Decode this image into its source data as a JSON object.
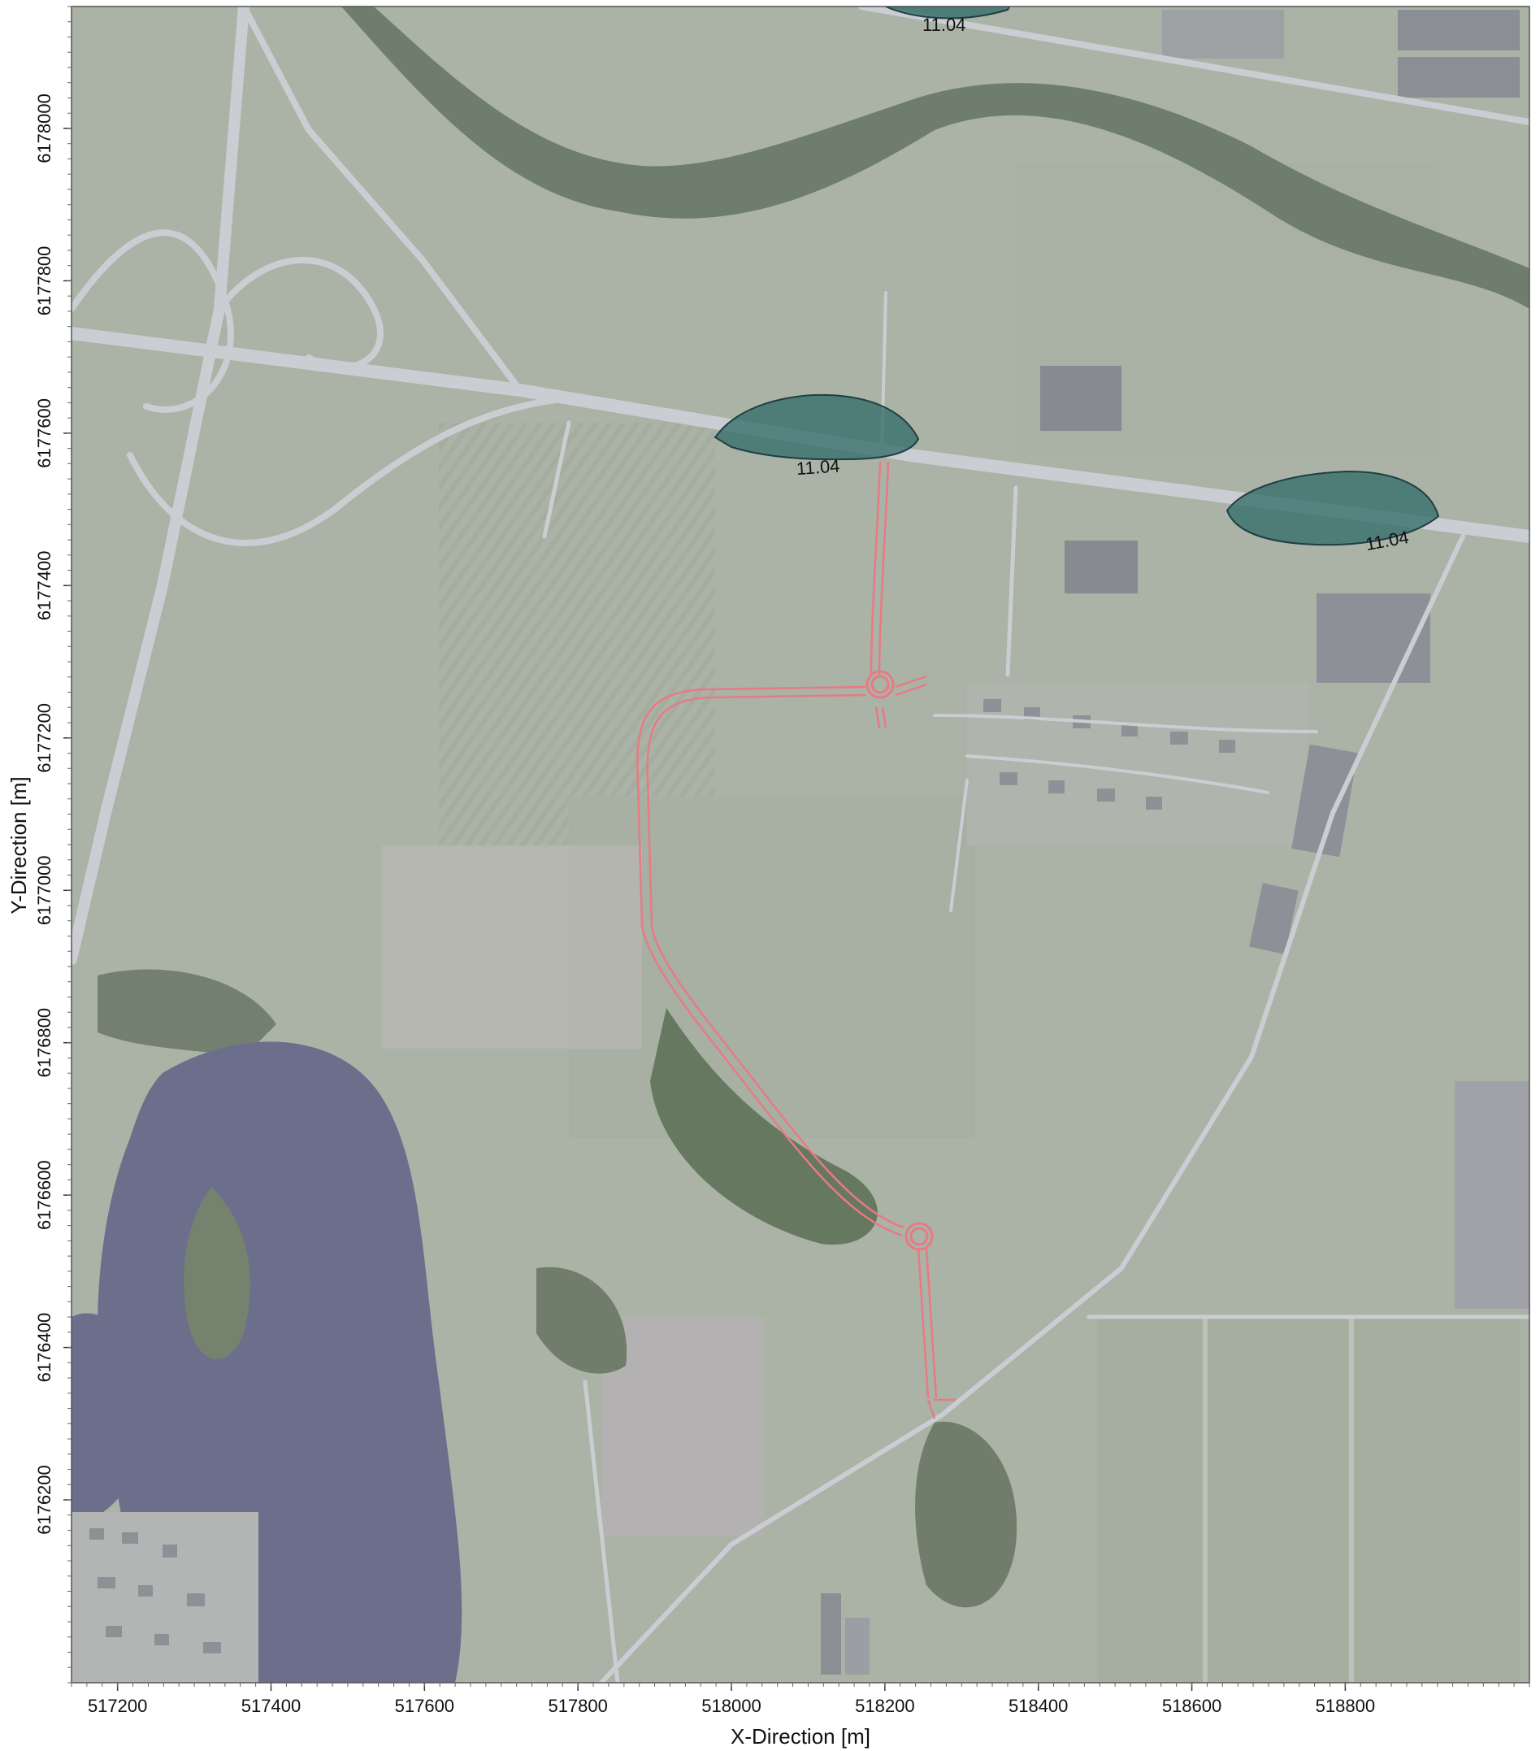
{
  "map": {
    "x_axis": {
      "title": "X-Direction [m]",
      "range": [
        517140,
        519040
      ],
      "ticks": [
        "517200",
        "517400",
        "517600",
        "517800",
        "518000",
        "518200",
        "518400",
        "518600",
        "518800"
      ]
    },
    "y_axis": {
      "title": "Y-Direction [m]",
      "range": [
        6175960,
        6178160
      ],
      "ticks": [
        "6176200",
        "6176400",
        "6176600",
        "6176800",
        "6177000",
        "6177200",
        "6177400",
        "6177600",
        "6177800",
        "6178000"
      ]
    },
    "contours": [
      {
        "label": "11.04",
        "center": [
          518260,
          6178155
        ]
      },
      {
        "label": "11.04",
        "center": [
          518110,
          6177580
        ]
      },
      {
        "label": "11.04",
        "center": [
          518780,
          6177490
        ]
      }
    ],
    "colors": {
      "background_water": "#6b6e8a",
      "field": "#a9b2a4",
      "forest": "#6e7f68",
      "road": "#c9cbd2",
      "proposed_road": "#e87a84",
      "contour_fill": "#2f6a66",
      "contour_stroke": "#1f3f44"
    }
  }
}
